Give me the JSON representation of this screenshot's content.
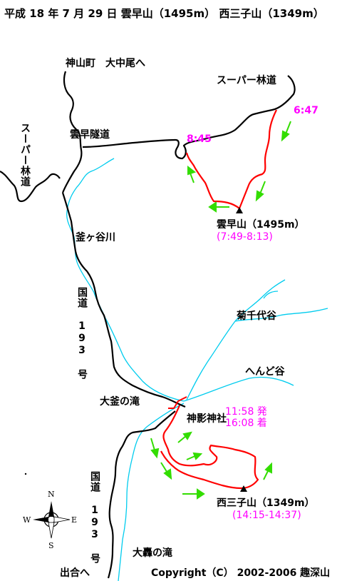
{
  "title": "平成 18 年 7 月 29 日 雲早山（1495m） 西三子山（1349m）",
  "labels": {
    "kamiyama": "神山町　大中尾へ",
    "super_rindo_ne": "スーパー林道",
    "super_rindo_w": "スーパー林道",
    "kumosou_tunnel": "雲早隧道",
    "kamagatani_river": "釜ヶ谷川",
    "route193_upper": "国道 193 号",
    "kikuchiyo_dani": "菊千代谷",
    "hendo_dani": "へんど谷",
    "okama_falls": "大釜の滝",
    "kamikage_shrine": "神影神社",
    "route193_lower": "国道 193 号",
    "otodoro_falls": "大轟の滝",
    "deai": "出合へ",
    "copyright": "Copyright（C） 2002-2006 趣深山"
  },
  "peaks": {
    "kumosou": {
      "name": "雲早山（1495m）",
      "times": "(7:49-8:13)"
    },
    "nishimiko": {
      "name": "西三子山（1349m）",
      "times": "(14:15-14:37)"
    }
  },
  "times": {
    "start_6_47": "6:47",
    "t_8_45": "8:45",
    "depart": "11:58 発",
    "arrive": "16:08 着"
  },
  "compass": {
    "n": "N",
    "s": "S",
    "e": "E",
    "w": "W"
  },
  "colors": {
    "road": "#000000",
    "river": "#00ccee",
    "route": "#ff0000",
    "arrow": "#33dd00",
    "time": "#ff00ff"
  }
}
